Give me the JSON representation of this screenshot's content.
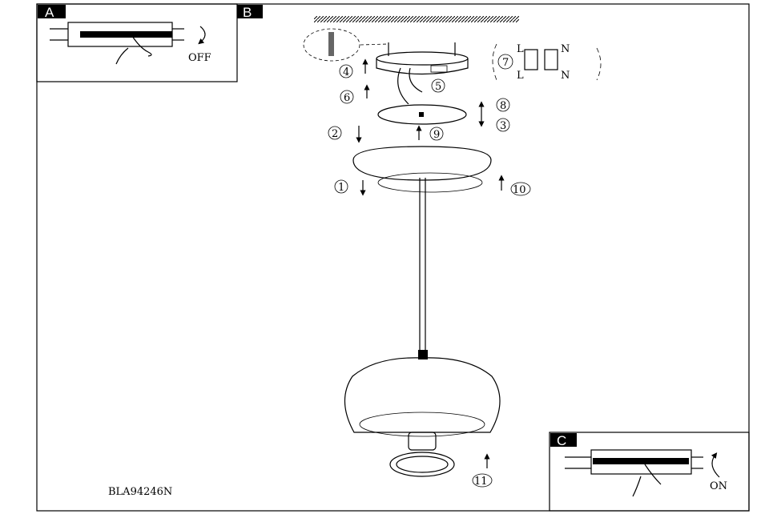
{
  "panels": {
    "a": "A",
    "b": "B",
    "c": "C"
  },
  "switch": {
    "off": "OFF",
    "on": "ON"
  },
  "steps": [
    "1",
    "2",
    "3",
    "4",
    "5",
    "6",
    "7",
    "8",
    "9",
    "10",
    "11"
  ],
  "terminals": {
    "live": "L",
    "neutral": "N"
  },
  "model_code": "BLA94246N"
}
